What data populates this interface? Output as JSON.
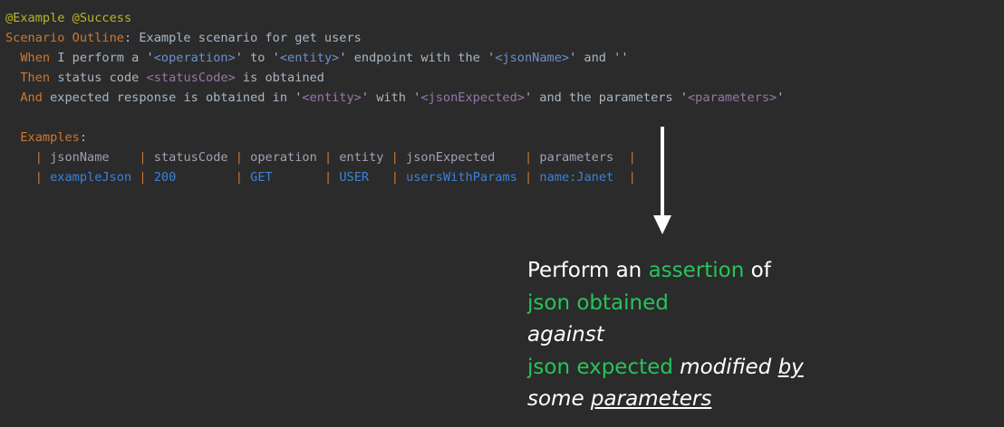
{
  "editor": {
    "tags": [
      "@Example",
      "@Success"
    ],
    "scenario_keyword": "Scenario Outline",
    "scenario_title": "Example scenario for get users",
    "steps": [
      {
        "keyword": "When",
        "parts": [
          "I perform a '",
          "<operation>",
          "' to '",
          "<entity>",
          "' endpoint with the '",
          "<jsonName>",
          "' and ''"
        ]
      },
      {
        "keyword": "Then",
        "parts": [
          "status code ",
          "<statusCode>",
          " is obtained"
        ]
      },
      {
        "keyword": "And",
        "parts": [
          "expected response is obtained in '",
          "<entity>",
          "' with '",
          "<jsonExpected>",
          "' and the parameters '",
          "<parameters>",
          "'"
        ]
      }
    ],
    "examples_keyword": "Examples",
    "table": {
      "headers": [
        "jsonName",
        "statusCode",
        "operation",
        "entity",
        "jsonExpected",
        "parameters"
      ],
      "rows": [
        [
          "exampleJson",
          "200",
          "GET",
          "USER",
          "usersWithParams",
          "name:Janet"
        ]
      ]
    }
  },
  "annotation": {
    "l1a": "Perform an ",
    "l1b": "assertion",
    "l1c": " of",
    "l2": "json obtained",
    "l3": "against",
    "l4a": "json expected",
    "l4b": " modified ",
    "l4c": "by",
    "l5a": "some ",
    "l5b": "parameters"
  },
  "colors": {
    "background": "#2b2b2b",
    "highlight": "#27c45a",
    "keyword": "#cc7832",
    "tag": "#bbb529"
  }
}
